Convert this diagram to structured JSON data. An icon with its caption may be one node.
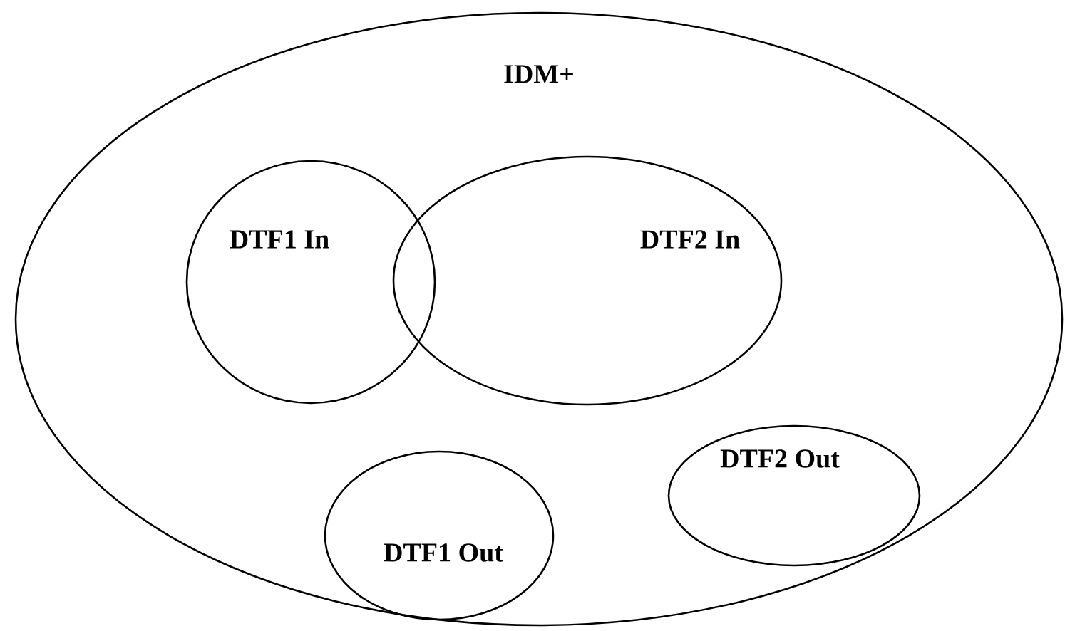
{
  "diagram": {
    "nodes": [
      {
        "text": [
          "IDM+"
        ]
      },
      {
        "text": [
          "DTF1 In"
        ],
        "in": 0
      },
      {
        "text": [
          "DTF2 In"
        ],
        "in": 0
      },
      {
        "text": [
          "DTF2 Out"
        ],
        "in": 0
      },
      {
        "text": [
          "DTF1 Out"
        ],
        "in": 0
      }
    ]
  }
}
